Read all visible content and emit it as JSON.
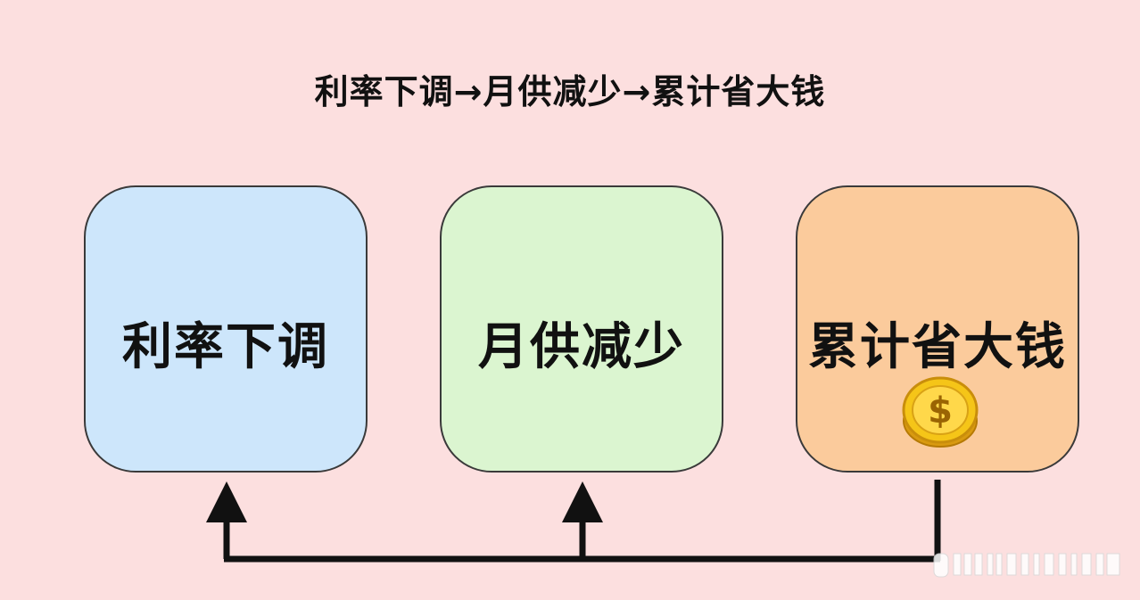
{
  "title": "利率下调→月供减少→累计省大钱",
  "steps": [
    {
      "label": "利率下调",
      "color": "#cde6fb"
    },
    {
      "label": "月供减少",
      "color": "#dbf5d0"
    },
    {
      "label": "累计省大钱",
      "color": "#fbcb9c"
    }
  ],
  "coin": {
    "symbol": "$",
    "color": "#f5c518"
  },
  "arrow_color": "#111111"
}
